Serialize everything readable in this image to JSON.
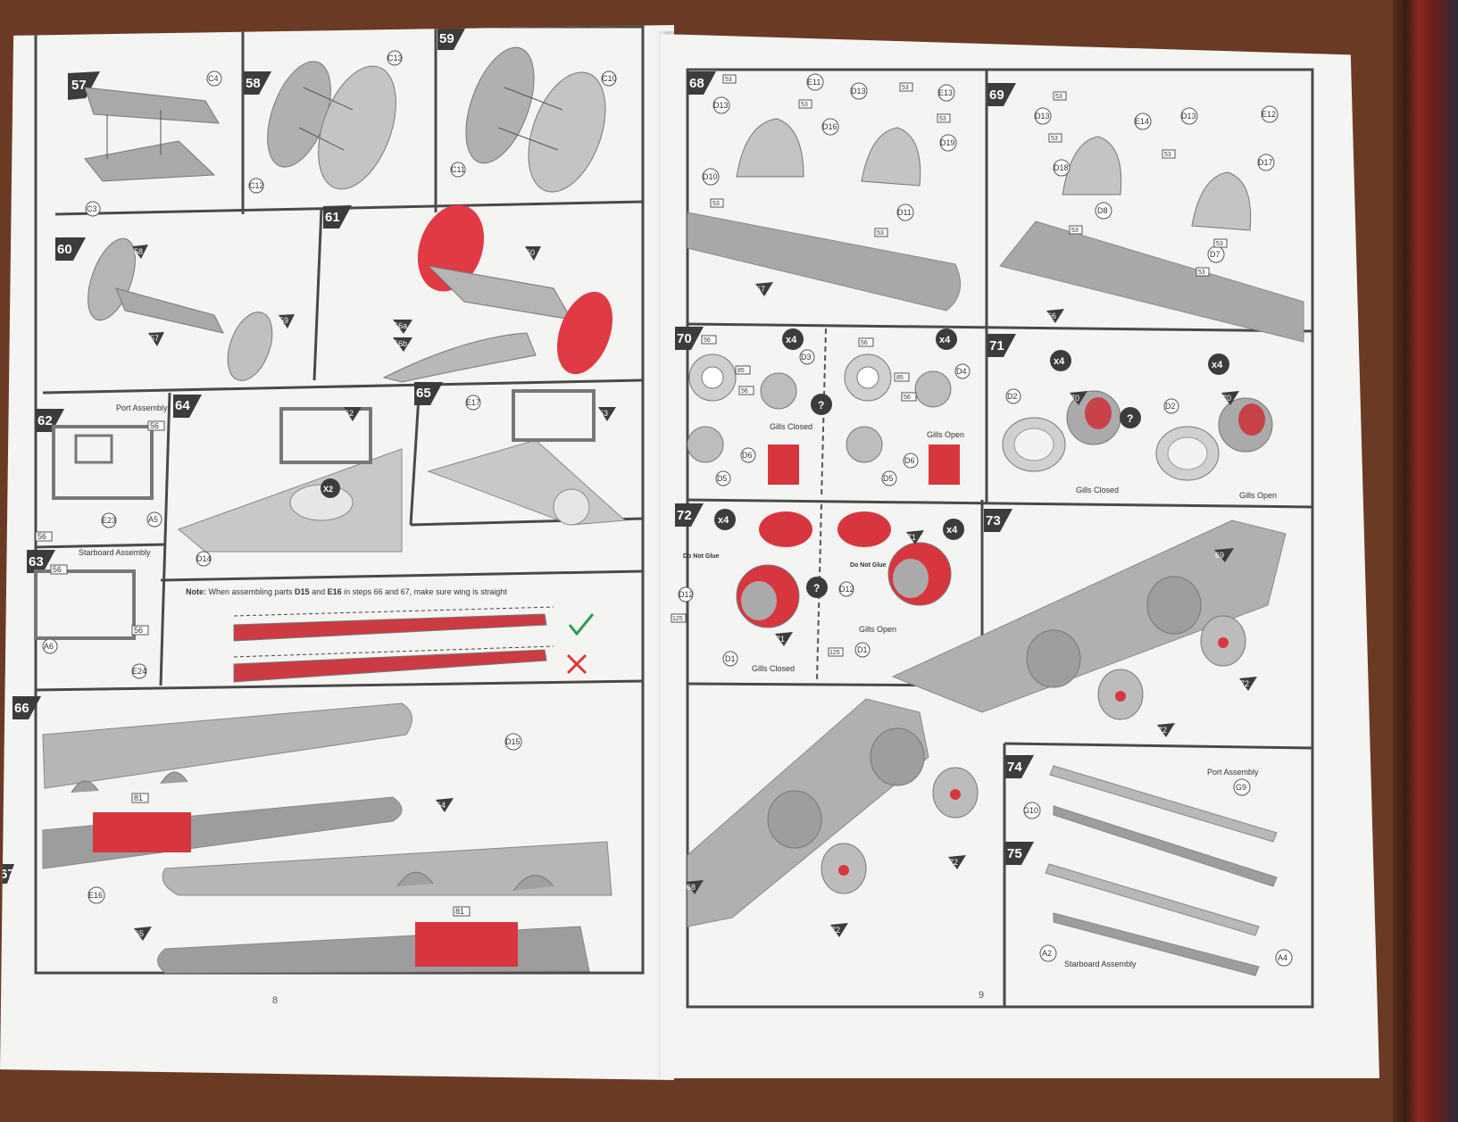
{
  "left_page": {
    "page_number": "8",
    "steps": {
      "s57": {
        "num": "57",
        "parts": [
          "C4",
          "C3"
        ]
      },
      "s58": {
        "num": "58",
        "parts": [
          "C13",
          "C12"
        ]
      },
      "s59": {
        "num": "59",
        "parts": [
          "C10",
          "C11"
        ]
      },
      "s60": {
        "num": "60",
        "refs": [
          "58",
          "57",
          "59"
        ]
      },
      "s61": {
        "num": "61",
        "refs": [
          "60",
          "56a",
          "56b"
        ]
      },
      "s62": {
        "num": "62",
        "title": "Port Assembly",
        "parts": [
          "E23",
          "A5"
        ],
        "paint": [
          "56",
          "56"
        ]
      },
      "s63": {
        "num": "63",
        "title": "Starboard Assembly",
        "parts": [
          "A6",
          "E24"
        ],
        "paint": [
          "56",
          "56"
        ]
      },
      "s64": {
        "num": "64",
        "refs": [
          "62"
        ],
        "parts": [
          "D14"
        ],
        "multiplier": "X2"
      },
      "s65": {
        "num": "65",
        "refs": [
          "63"
        ],
        "parts": [
          "E17"
        ]
      },
      "s66": {
        "num": "66",
        "refs": [
          "64"
        ],
        "parts": [
          "D15"
        ],
        "paint": [
          "81"
        ]
      },
      "s67": {
        "num": "67",
        "refs": [
          "65"
        ],
        "parts": [
          "E16"
        ],
        "paint": [
          "81"
        ]
      }
    },
    "note": {
      "prefix": "Note:",
      "before": " When assembling parts ",
      "part1": "D15",
      "mid": " and ",
      "part2": "E16",
      "after": " in steps 66 and 67, make sure wing is straight"
    }
  },
  "right_page": {
    "page_number": "9",
    "steps": {
      "s68": {
        "num": "68",
        "refs": [
          "67"
        ],
        "parts": [
          "E11",
          "D13",
          "D16",
          "D10",
          "E13",
          "D13",
          "D19",
          "D11"
        ],
        "paint": [
          "53",
          "53",
          "53",
          "53",
          "53",
          "53"
        ]
      },
      "s69": {
        "num": "69",
        "refs": [
          "66"
        ],
        "parts": [
          "D13",
          "E14",
          "D18",
          "D13",
          "E12",
          "D17",
          "D8",
          "D7"
        ],
        "paint": [
          "53",
          "53",
          "53",
          "53",
          "53",
          "53"
        ]
      },
      "s70": {
        "num": "70",
        "multiplier": "x4",
        "parts": [
          "D3",
          "D5",
          "D6",
          "D4",
          "D5",
          "D6"
        ],
        "paint": [
          "56",
          "85",
          "56",
          "56",
          "85",
          "56"
        ],
        "gills_closed": "Gills Closed",
        "gills_open": "Gills Open"
      },
      "s71": {
        "num": "71",
        "multiplier": "x4",
        "refs": [
          "70",
          "70"
        ],
        "parts": [
          "D2",
          "D2"
        ],
        "gills_closed": "Gills Closed",
        "gills_open": "Gills Open"
      },
      "s72": {
        "num": "72",
        "multiplier": "x4",
        "refs": [
          "71",
          "71"
        ],
        "parts": [
          "D12",
          "D1",
          "D12",
          "D1"
        ],
        "paint": [
          "125",
          "125"
        ],
        "do_not_glue": "Do Not Glue",
        "gills_closed": "Gills Closed",
        "gills_open": "Gills Open"
      },
      "s73": {
        "num": "73",
        "refs": [
          "69",
          "72",
          "72",
          "68",
          "72",
          "72"
        ]
      },
      "s74": {
        "num": "74",
        "title": "Port Assembly",
        "parts": [
          "G9",
          "G10"
        ]
      },
      "s75": {
        "num": "75",
        "title": "Starboard Assembly",
        "parts": [
          "A2",
          "A4"
        ]
      }
    }
  },
  "colors": {
    "frame": "#4a4a4a",
    "part_grey": "#a7a7a7",
    "highlight_red": "#e03a44",
    "paper": "#f4f4f2",
    "table_wood": "#6b3a24"
  }
}
